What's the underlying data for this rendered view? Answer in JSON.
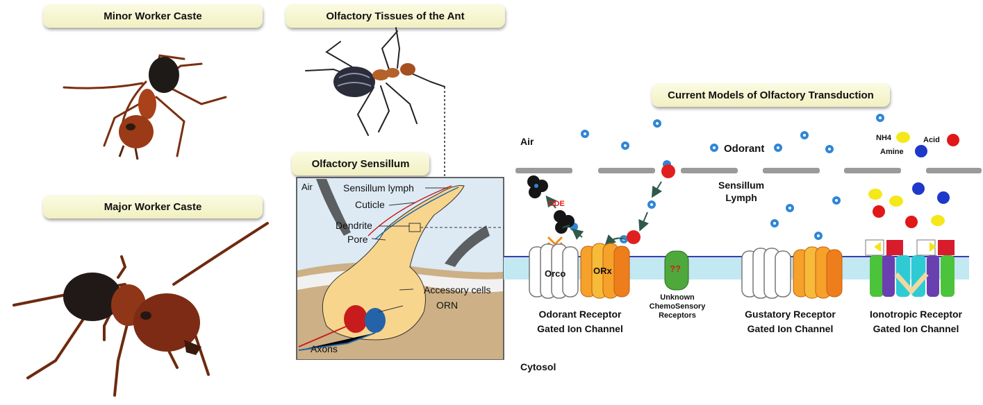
{
  "panels": {
    "minor": "Minor Worker Caste",
    "major": "Major Worker Caste",
    "tissues": "Olfactory Tissues of the Ant",
    "sensillum": "Olfactory Sensillum",
    "models": "Current Models of Olfactory Transduction"
  },
  "sensillum_labels": {
    "air": "Air",
    "lymph": "Sensillum lymph",
    "cuticle": "Cuticle",
    "dendrite": "Dendrite",
    "pore": "Pore",
    "accessory": "Accessory cells",
    "orn": "ORN",
    "axons": "Axons"
  },
  "transduction": {
    "air": "Air",
    "odorant": "Odorant",
    "nh4": "NH4",
    "acid": "Acid",
    "amine": "Amine",
    "lymph_line1": "Sensillum",
    "lymph_line2": "Lymph",
    "ode": "ODE",
    "orco": "Orco",
    "orx": "ORx",
    "unknown_mark": "??",
    "unknown1": "Unknown",
    "unknown2": "ChemoSensory",
    "unknown3": "Receptors",
    "or1": "Odorant Receptor",
    "or2": "Gated Ion Channel",
    "gr1": "Gustatory Receptor",
    "gr2": "Gated Ion Channel",
    "ir1": "Ionotropic Receptor",
    "ir2": "Gated Ion Channel",
    "cytosol": "Cytosol"
  },
  "colors": {
    "banner": "#f4f3cc",
    "odorant": "#2f86d6",
    "membrane": "#bfe6ef",
    "orx_orange": "#f39a1f",
    "ode_red": "#e31b1b"
  }
}
